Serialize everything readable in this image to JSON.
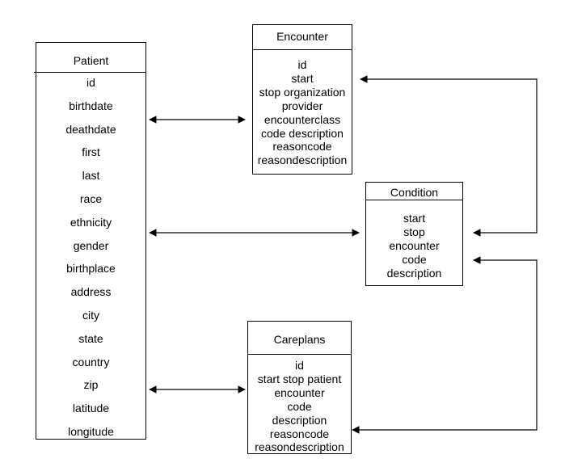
{
  "colors": {
    "stroke": "#000000",
    "background": "#ffffff",
    "text": "#000000"
  },
  "entities": {
    "patient": {
      "title": "Patient",
      "fields": [
        "id",
        "birthdate",
        "deathdate",
        "first",
        "last",
        "race",
        "ethnicity",
        "gender",
        "birthplace",
        "address",
        "city",
        "state",
        "country",
        "zip",
        "latitude",
        "longitude"
      ]
    },
    "encounter": {
      "title": "Encounter",
      "fields": [
        "id",
        "start",
        "stop organization",
        "provider",
        "encounterclass",
        "code description",
        "reasoncode",
        "reasondescription"
      ]
    },
    "condition": {
      "title": "Condition",
      "fields": [
        "start",
        "stop",
        "encounter",
        "code",
        "description"
      ]
    },
    "careplans": {
      "title": "Careplans",
      "fields": [
        "id",
        "start stop patient",
        "encounter",
        "code",
        "description",
        "reasoncode",
        "reasondescription"
      ]
    }
  },
  "relationships": [
    {
      "from": "patient",
      "to": "encounter",
      "kind": "bidirectional"
    },
    {
      "from": "patient",
      "to": "condition",
      "kind": "bidirectional"
    },
    {
      "from": "patient",
      "to": "careplans",
      "kind": "bidirectional"
    },
    {
      "from": "encounter",
      "to": "condition",
      "kind": "bidirectional-elbow"
    },
    {
      "from": "condition",
      "to": "careplans",
      "kind": "bidirectional-elbow"
    }
  ]
}
